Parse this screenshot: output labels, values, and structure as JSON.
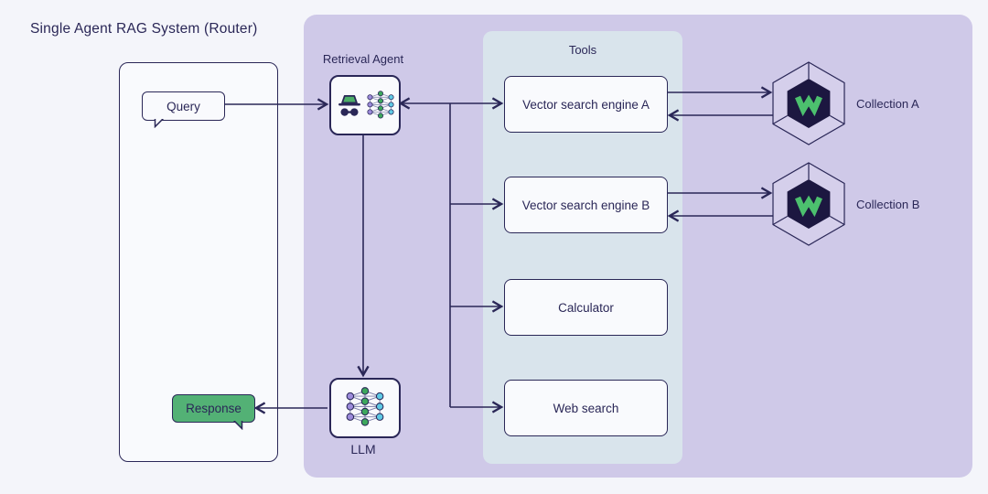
{
  "title": "Single Agent RAG System (Router)",
  "client": {
    "query_label": "Query",
    "response_label": "Response"
  },
  "agent": {
    "label": "Retrieval Agent"
  },
  "llm": {
    "label": "LLM"
  },
  "tools": {
    "title": "Tools",
    "items": [
      {
        "label": "Vector search engine A"
      },
      {
        "label": "Vector search engine B"
      },
      {
        "label": "Calculator"
      },
      {
        "label": "Web search"
      }
    ]
  },
  "collections": [
    {
      "label": "Collection A"
    },
    {
      "label": "Collection B"
    }
  ],
  "icons": {
    "agent": "incognito-agent-icon",
    "neural_network": "neural-network-icon",
    "collection": "weaviate-hexagon-icon"
  },
  "colors": {
    "outline_navy": "#2a2757",
    "agent_area_purple": "#cfc9e8",
    "tools_area_blue": "#d9e4ec",
    "node_fill": "#f9fafd",
    "page_background": "#f4f5fa",
    "response_green": "#53b175",
    "weaviate_green": "#4cc06e",
    "node_purple": "#9c8bdb",
    "node_green": "#3da75c",
    "node_cyan": "#5fc9e4"
  }
}
